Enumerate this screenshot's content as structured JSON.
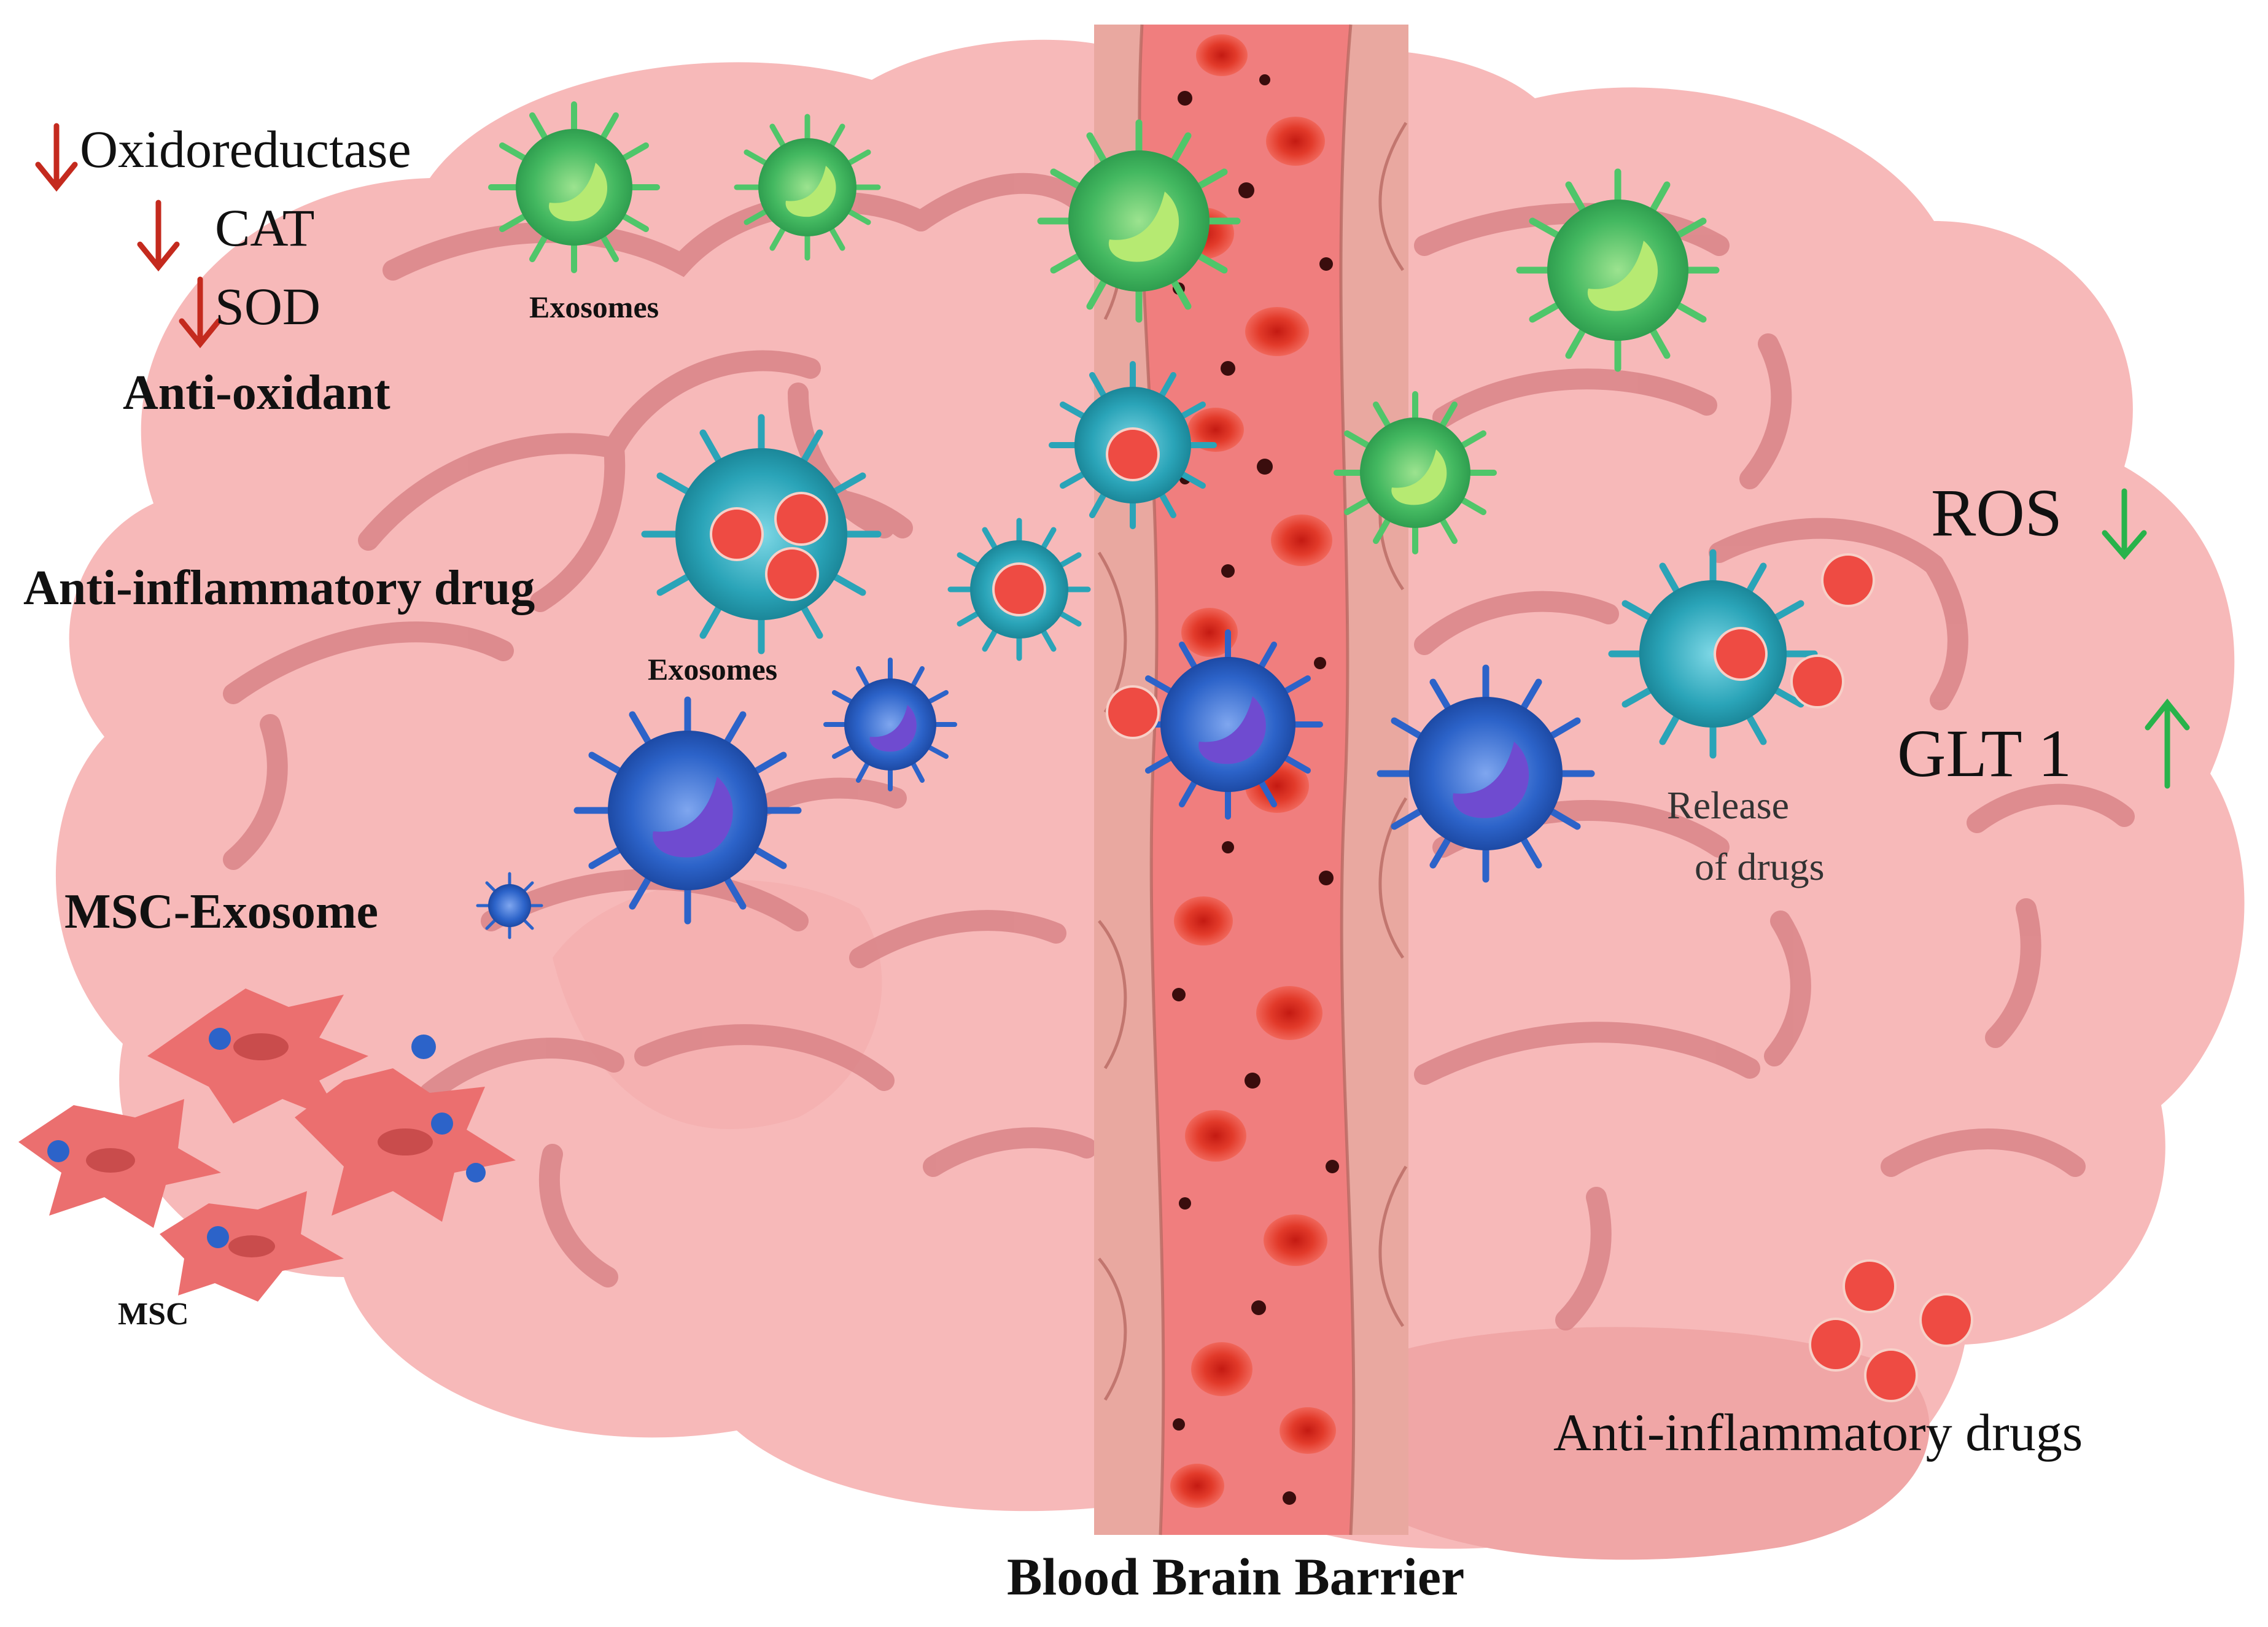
{
  "labels": {
    "oxidoreductase": "Oxidoreductase",
    "cat": "CAT",
    "sod": "SOD",
    "anti_oxidant": "Anti-oxidant",
    "exosomes_top": "Exosomes",
    "anti_inflammatory_drug": "Anti-inflammatory drug",
    "exosomes_mid": "Exosomes",
    "msc_exosome": "MSC-Exosome",
    "msc": "MSC",
    "ros": "ROS",
    "glt1": "GLT 1",
    "release_line1": "Release",
    "release_line2": "of  drugs",
    "anti_inflammatory_drugs": "Anti-inflammatory drugs",
    "bbb": "Blood Brain Barrier"
  },
  "colors": {
    "brain_fill": "#f7b9b9",
    "brain_dark": "#f0a6a6",
    "gyri": "#d98487",
    "vessel": "#f07e7e",
    "vessel_wall": "#e9a8a0",
    "rbc": "#e23a2a",
    "green_exosome": "#4fc66a",
    "teal_exosome": "#2aa4b8",
    "blue_exosome": "#2c63c9",
    "drug": "#ee4b43",
    "msc_cell": "#eb6f6f",
    "arrow_down": "#c42a1e",
    "arrow_up": "#28b34b"
  },
  "icons": [
    "green-exosome-icon",
    "teal-exosome-icon",
    "blue-exosome-icon",
    "drug-particle-icon",
    "msc-cell-icon",
    "down-arrow-icon",
    "up-arrow-icon"
  ]
}
